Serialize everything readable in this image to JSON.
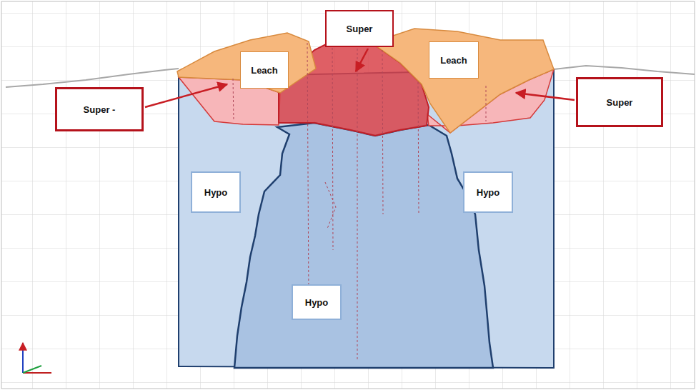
{
  "diagram": {
    "nodes": [
      {
        "text": [
          "Super"
        ]
      },
      {
        "text": [
          "Leach"
        ]
      },
      {
        "text": [
          "Leach"
        ]
      },
      {
        "text": [
          "Super -"
        ]
      },
      {
        "text": [
          "Super"
        ]
      },
      {
        "text": [
          "Hypo"
        ]
      },
      {
        "text": [
          "Hypo"
        ]
      },
      {
        "text": [
          "Hypo"
        ]
      }
    ]
  }
}
